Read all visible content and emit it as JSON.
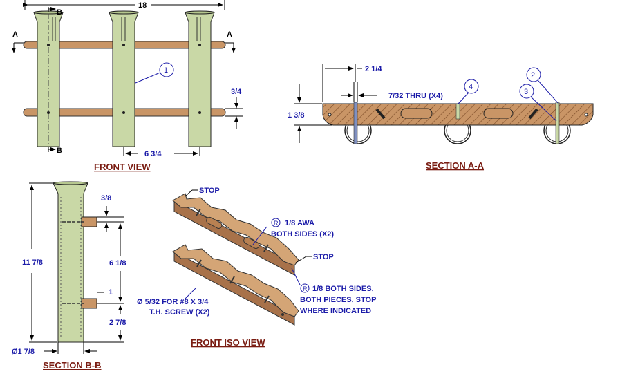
{
  "views": {
    "front": {
      "title": "FRONT VIEW",
      "dim_overall": "18",
      "dim_spacing": "6 3/4",
      "dim_rail_gap": "3/4",
      "section_a": "A",
      "section_b": "B",
      "balloon": "1"
    },
    "section_aa": {
      "title": "SECTION A-A",
      "dim_top": "2 1/4",
      "dim_height": "1 3/8",
      "note_holes": "7/32 THRU (X4)",
      "balloons": [
        "2",
        "3",
        "4"
      ]
    },
    "section_bb": {
      "title": "SECTION B-B",
      "dim_length": "11 7/8",
      "dim_top_offset": "3/8",
      "dim_hole_spacing": "6 1/8",
      "dim_depth": "1",
      "dim_bottom": "2 7/8",
      "dim_diameter": "Ø1 7/8",
      "note_screw_line1": "Ø 5/32 FOR #8 X 3/4",
      "note_screw_line2": "T.H. SCREW (X2)"
    },
    "iso": {
      "title": "FRONT ISO VIEW",
      "stop_top": "STOP",
      "stop_right": "STOP",
      "note_awa_line1": "1/8 AWA",
      "note_awa_line2": "BOTH SIDES (X2)",
      "note_sides_line1": "1/8 BOTH SIDES,",
      "note_sides_line2": "BOTH PIECES, STOP",
      "note_sides_line3": "WHERE INDICATED",
      "radius_symbol": "R"
    }
  },
  "colors": {
    "tube": "#c9d8a6",
    "wood": "#c99566",
    "dimension_text": "#1a1aa8",
    "title_text": "#7a1c12"
  }
}
